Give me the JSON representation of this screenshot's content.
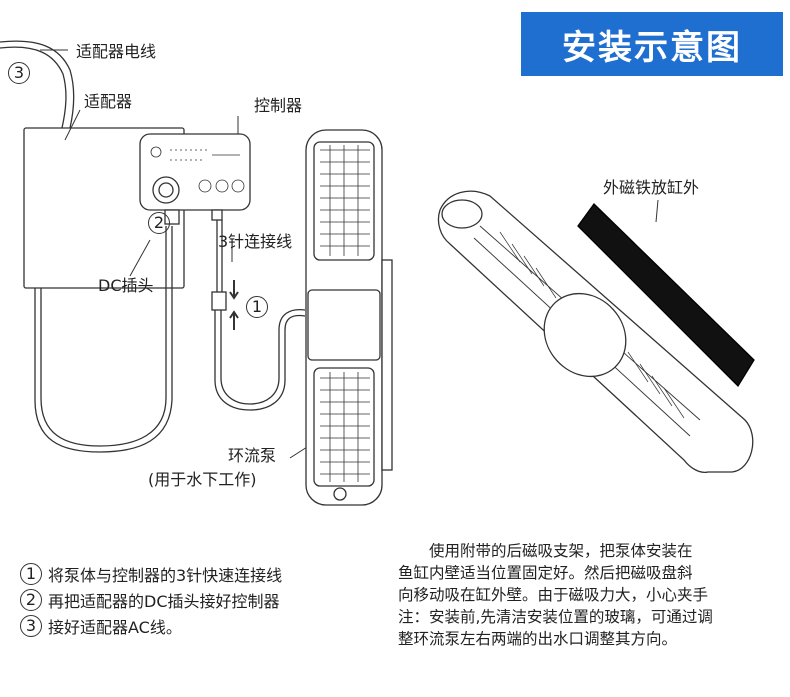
{
  "title": "安装示意图",
  "labels": {
    "adapter_cable": "适配器电线",
    "adapter": "适配器",
    "controller": "控制器",
    "three_pin_cable": "3针连接线",
    "dc_plug": "DC插头",
    "pump": "环流泵",
    "pump_note": "(用于水下工作)",
    "outer_magnet": "外磁铁放缸外"
  },
  "markers": {
    "m1": "1",
    "m2": "2",
    "m3": "3"
  },
  "steps": [
    {
      "num": "1",
      "text": "将泵体与控制器的3针快速连接线"
    },
    {
      "num": "2",
      "text": "再把适配器的DC插头接好控制器"
    },
    {
      "num": "3",
      "text": "接好适配器AC线。"
    }
  ],
  "instructions": [
    "　　使用附带的后磁吸支架，把泵体安装在",
    "鱼缸内壁适当位置固定好。然后把磁吸盘斜",
    "向移动吸在缸外壁。由于磁吸力大，小心夹手",
    "注：安装前,先清洁安装位置的玻璃，可通过调",
    "整环流泵左右两端的出水口调整其方向。"
  ]
}
